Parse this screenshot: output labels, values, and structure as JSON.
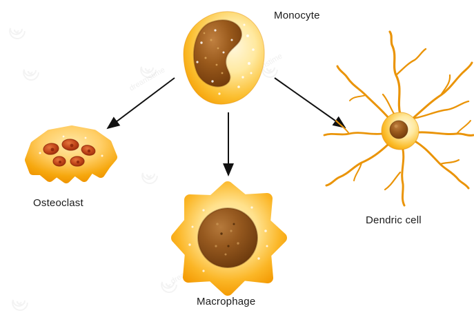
{
  "labels": {
    "monocyte": "Monocyte",
    "osteoclast": "Osteoclast",
    "macrophage": "Macrophage",
    "dendric_cell": "Dendric cell"
  },
  "watermark": {
    "text": "dreamstime"
  },
  "diagram": {
    "type": "cell-differentiation",
    "source_cell": "Monocyte",
    "derived_cells": [
      "Osteoclast",
      "Macrophage",
      "Dendric cell"
    ],
    "arrows": [
      {
        "from": "Monocyte",
        "to": "Osteoclast"
      },
      {
        "from": "Monocyte",
        "to": "Macrophage"
      },
      {
        "from": "Monocyte",
        "to": "Dendric cell"
      }
    ]
  },
  "colors": {
    "cell_body_orange": "#F6A70D",
    "cell_highlight_cream": "#FFF4C8",
    "nucleus_brown": "#8A4A14",
    "osteoclast_nuclei_red": "#C2471A",
    "arrow": "#111111",
    "label_text": "#1a1a1a",
    "background": "#ffffff"
  }
}
